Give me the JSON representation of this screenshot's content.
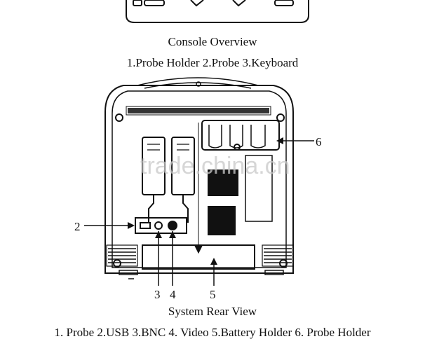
{
  "captions": {
    "console_title": "Console Overview",
    "console_items": "1.Probe Holder 2.Probe 3.Keyboard",
    "rear_title": "System Rear View",
    "rear_items": "1. Probe 2.USB 3.BNC 4. Video 5.Battery Holder 6. Probe Holder"
  },
  "callouts": {
    "c2": "2",
    "c3": "3",
    "c4": "4",
    "c5": "5",
    "c6": "6"
  },
  "watermark": "trade.china.cn"
}
